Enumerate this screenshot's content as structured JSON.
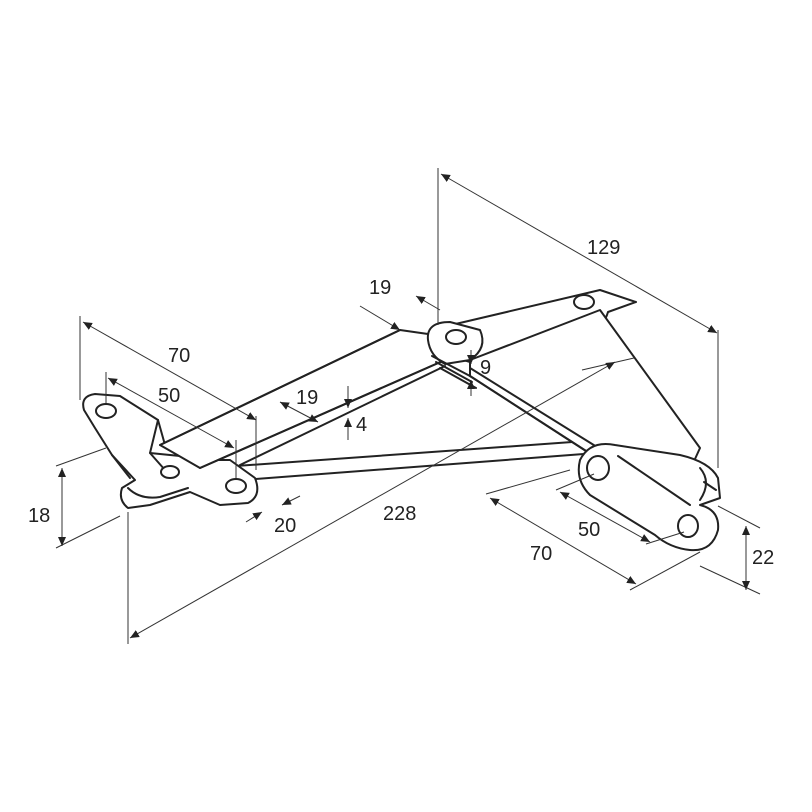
{
  "dimensions": {
    "overall_length": "228",
    "projection": "129",
    "left_plate_length": "70",
    "left_hole_spacing": "50",
    "left_height": "18",
    "left_width": "20",
    "arm_width": "19",
    "arm_thickness": "4",
    "pivot_width": "19",
    "pivot_thickness": "9",
    "right_plate_length": "70",
    "right_hole_spacing": "50",
    "right_height": "22"
  }
}
